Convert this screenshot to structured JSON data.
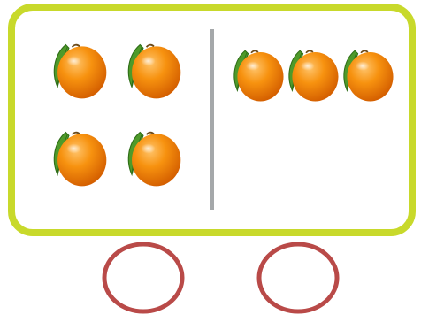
{
  "frame": {
    "border_color": "#c8d92b",
    "background": "#ffffff"
  },
  "divider": {
    "color": "#a5a8aa"
  },
  "groups": [
    {
      "name": "left-group",
      "count": 4,
      "item": "orange-icon"
    },
    {
      "name": "right-group",
      "count": 3,
      "item": "orange-icon"
    }
  ],
  "answer_circles": {
    "count": 2,
    "stroke_color": "#b94a48",
    "values": [
      "",
      ""
    ]
  },
  "colors": {
    "orange_light": "#ffb347",
    "orange_mid": "#f58a0c",
    "orange_dark": "#d96300",
    "leaf": "#4e9a2a",
    "leaf_dark": "#2f6e18"
  }
}
